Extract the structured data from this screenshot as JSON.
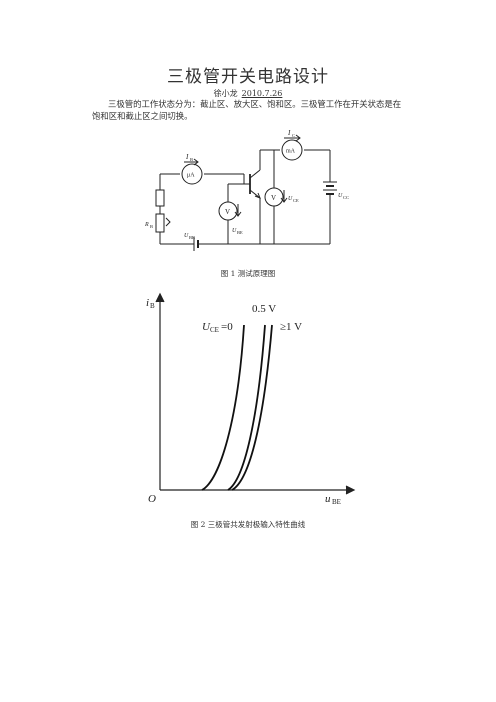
{
  "doc": {
    "title": "三极管开关电路设计",
    "author": "徐小龙",
    "date": "2010.7.26",
    "paragraph": "三极管的工作状态分为：截止区、放大区、饱和区。三极管工作在开关状态是在饱和区和截止区之间切换。"
  },
  "figure1": {
    "caption": "图 1  测试原理图",
    "labels": {
      "ib": "I",
      "ib_sub": "B",
      "ic": "I",
      "ic_sub": "C",
      "uA": "μA",
      "mA": "mA",
      "v1": "V",
      "v2": "V",
      "ube": "U",
      "ube_sub": "BE",
      "uce": "U",
      "uce_sub": "CE",
      "ucc": "U",
      "ucc_sub": "CC",
      "ubb": "U",
      "ubb_sub": "BB",
      "rb": "R",
      "rb_sub": "B"
    }
  },
  "figure2": {
    "caption": "图 2  三极管共发射极输入特性曲线",
    "y_axis_label": "i",
    "y_axis_sub": "B",
    "x_axis_label": "u",
    "x_axis_sub": "BE",
    "origin_label": "O",
    "curve_labels": {
      "uce_prefix": "U",
      "uce_sub": "CE",
      "c1": "=0",
      "c2": "0.5 V",
      "c3": "≥1 V"
    }
  }
}
